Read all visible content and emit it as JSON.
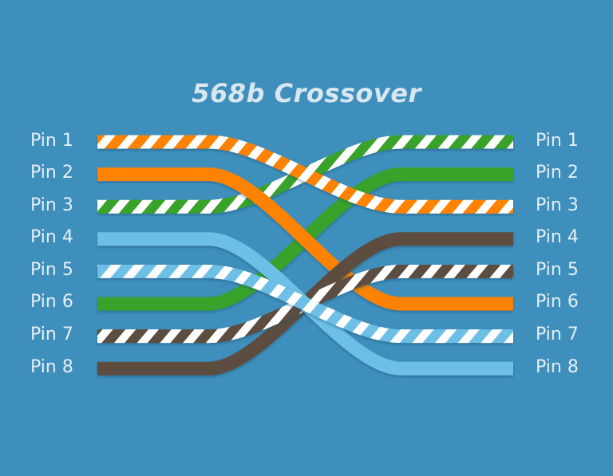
{
  "title": "568b Crossover",
  "left_pins": [
    "Pin 1",
    "Pin 2",
    "Pin 3",
    "Pin 4",
    "Pin 5",
    "Pin 6",
    "Pin 7",
    "Pin 8"
  ],
  "right_pins": [
    "Pin 1",
    "Pin 2",
    "Pin 3",
    "Pin 4",
    "Pin 5",
    "Pin 6",
    "Pin 7",
    "Pin 8"
  ],
  "colors": {
    "background": "#3f8fbc",
    "orange": "#ff8204",
    "green": "#37a22c",
    "blue": "#6dbfe6",
    "brown": "#5b4d41",
    "white": "#ffffff"
  },
  "wires": [
    {
      "name": "white-orange",
      "color": "orange",
      "striped": true,
      "from_pin": 1,
      "to_pin": 3
    },
    {
      "name": "orange",
      "color": "orange",
      "striped": false,
      "from_pin": 2,
      "to_pin": 6
    },
    {
      "name": "white-green",
      "color": "green",
      "striped": true,
      "from_pin": 3,
      "to_pin": 1
    },
    {
      "name": "blue",
      "color": "blue",
      "striped": false,
      "from_pin": 4,
      "to_pin": 8
    },
    {
      "name": "white-blue",
      "color": "blue",
      "striped": true,
      "from_pin": 5,
      "to_pin": 7
    },
    {
      "name": "green",
      "color": "green",
      "striped": false,
      "from_pin": 6,
      "to_pin": 2
    },
    {
      "name": "white-brown",
      "color": "brown",
      "striped": true,
      "from_pin": 7,
      "to_pin": 5
    },
    {
      "name": "brown",
      "color": "brown",
      "striped": false,
      "from_pin": 8,
      "to_pin": 4
    }
  ]
}
